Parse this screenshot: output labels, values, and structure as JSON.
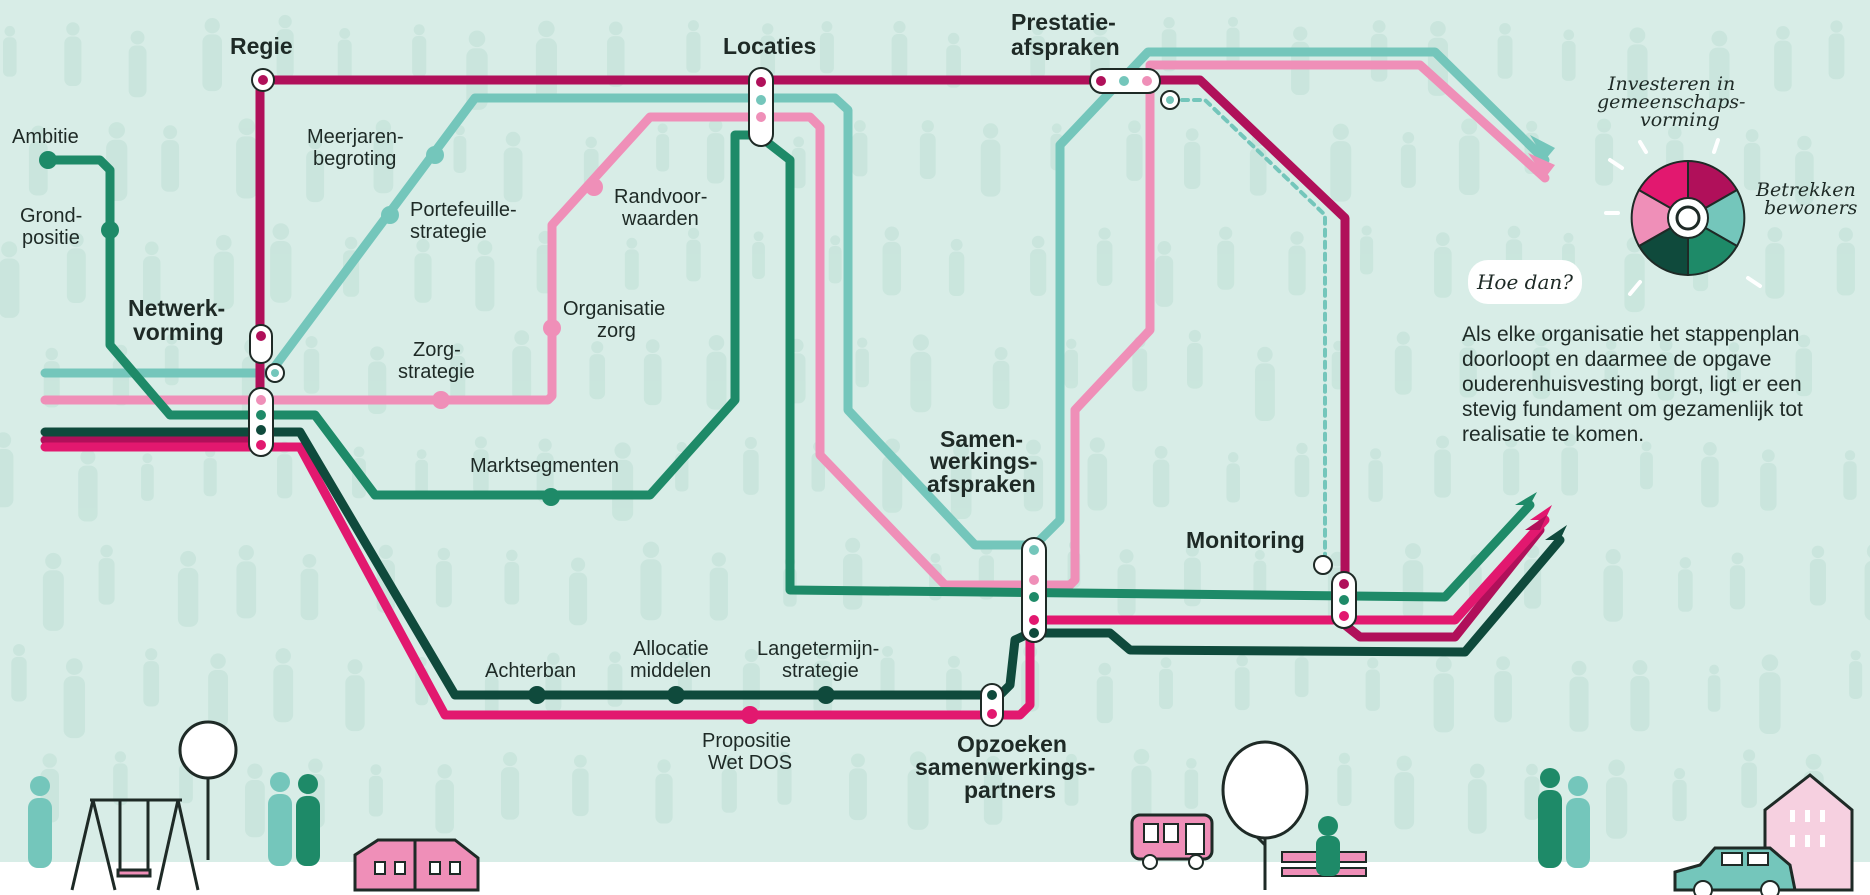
{
  "colors": {
    "background": "#d8ede7",
    "silhouette": "#bfe0d6",
    "line_magenta": "#b0105a",
    "line_teal_light": "#74c6bb",
    "line_pink_light": "#ef8fb8",
    "line_green_mid": "#1e8a68",
    "line_green_dark": "#0f4a3c",
    "line_pink_hot": "#e2186f"
  },
  "stations": {
    "ambitie": "Ambitie",
    "grondpositie": [
      "Grond-",
      "positie"
    ],
    "regie": "Regie",
    "netwerkvorming": [
      "Netwerk-",
      "vorming"
    ],
    "meerjarenbegroting": [
      "Meerjaren-",
      "begroting"
    ],
    "portefeuillestrategie": [
      "Portefeuille-",
      "strategie"
    ],
    "randvoorwaarden": [
      "Randvoor-",
      "waarden"
    ],
    "organisatie_zorg": [
      "Organisatie",
      "zorg"
    ],
    "zorgstrategie": [
      "Zorg-",
      "strategie"
    ],
    "locaties": "Locaties",
    "prestatieafspraken": [
      "Prestatie-",
      "afspraken"
    ],
    "marktsegmenten": "Marktsegmenten",
    "samenwerkingsafspraken": [
      "Samen-",
      "werkings-",
      "afspraken"
    ],
    "monitoring": "Monitoring",
    "achterban": "Achterban",
    "allocatie_middelen": [
      "Allocatie",
      "middelen"
    ],
    "langetermijnstrategie": [
      "Langetermijn-",
      "strategie"
    ],
    "propositie_wet_dos": [
      "Propositie",
      "Wet DOS"
    ],
    "opzoeken": [
      "Opzoeken",
      "samenwerkings-",
      "partners"
    ]
  },
  "puzzle": {
    "top_label": [
      "Investeren in",
      "gemeenschaps-",
      "vorming"
    ],
    "right_label": [
      "Betrekken",
      "bewoners"
    ]
  },
  "callout": {
    "bubble": "Hoe dan?",
    "text": "Als elke organisatie het stappenplan doorloopt en daarmee de opgave ouderenhuisvesting borgt, ligt er een stevig fundament om gezamenlijk tot realisatie te komen."
  },
  "icons": [
    "person-silhouette-icon",
    "tree-icon",
    "swing-icon",
    "house-icon",
    "bus-icon",
    "bench-icon",
    "car-icon",
    "puzzle-icon"
  ]
}
